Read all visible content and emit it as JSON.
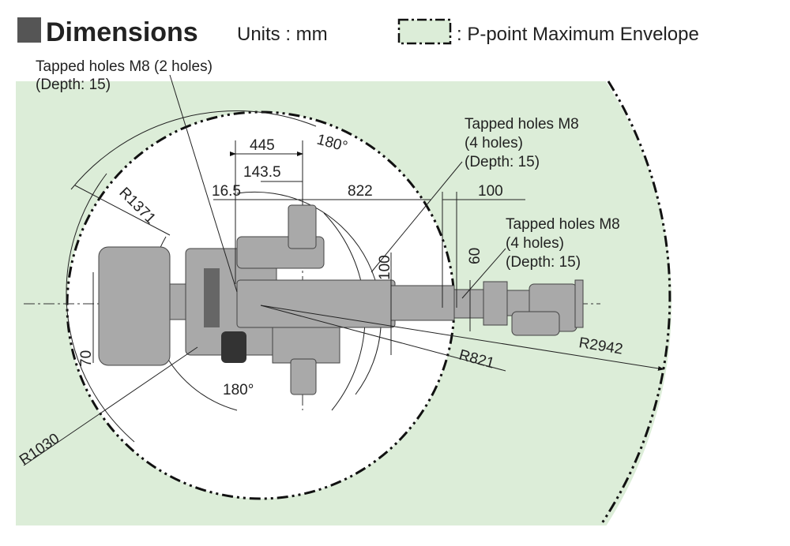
{
  "header": {
    "title": "Dimensions",
    "units": "Units : mm",
    "legend_label": ": P-point Maximum Envelope",
    "envelope_color": "#dcedd8"
  },
  "callouts": {
    "holes_base_line1": "Tapped holes M8 (2 holes)",
    "holes_base_line2": "(Depth: 15)",
    "holes_arm_line1": "Tapped holes M8",
    "holes_arm_line2": "(4 holes)",
    "holes_arm_line3": "(Depth: 15)",
    "holes_wrist_line1": "Tapped holes M8",
    "holes_wrist_line2": "(4 holes)",
    "holes_wrist_line3": "(Depth: 15)"
  },
  "dimensions": {
    "d445": "445",
    "d143_5": "143.5",
    "d16_5": "16.5",
    "d822": "822",
    "d100_top": "100",
    "d100_vert": "100",
    "d60": "60",
    "d70": "70",
    "angle_top": "180°",
    "angle_bottom": "180°",
    "r1371": "R1371",
    "r1030": "R1030",
    "r821": "R821",
    "r2942": "R2942"
  }
}
